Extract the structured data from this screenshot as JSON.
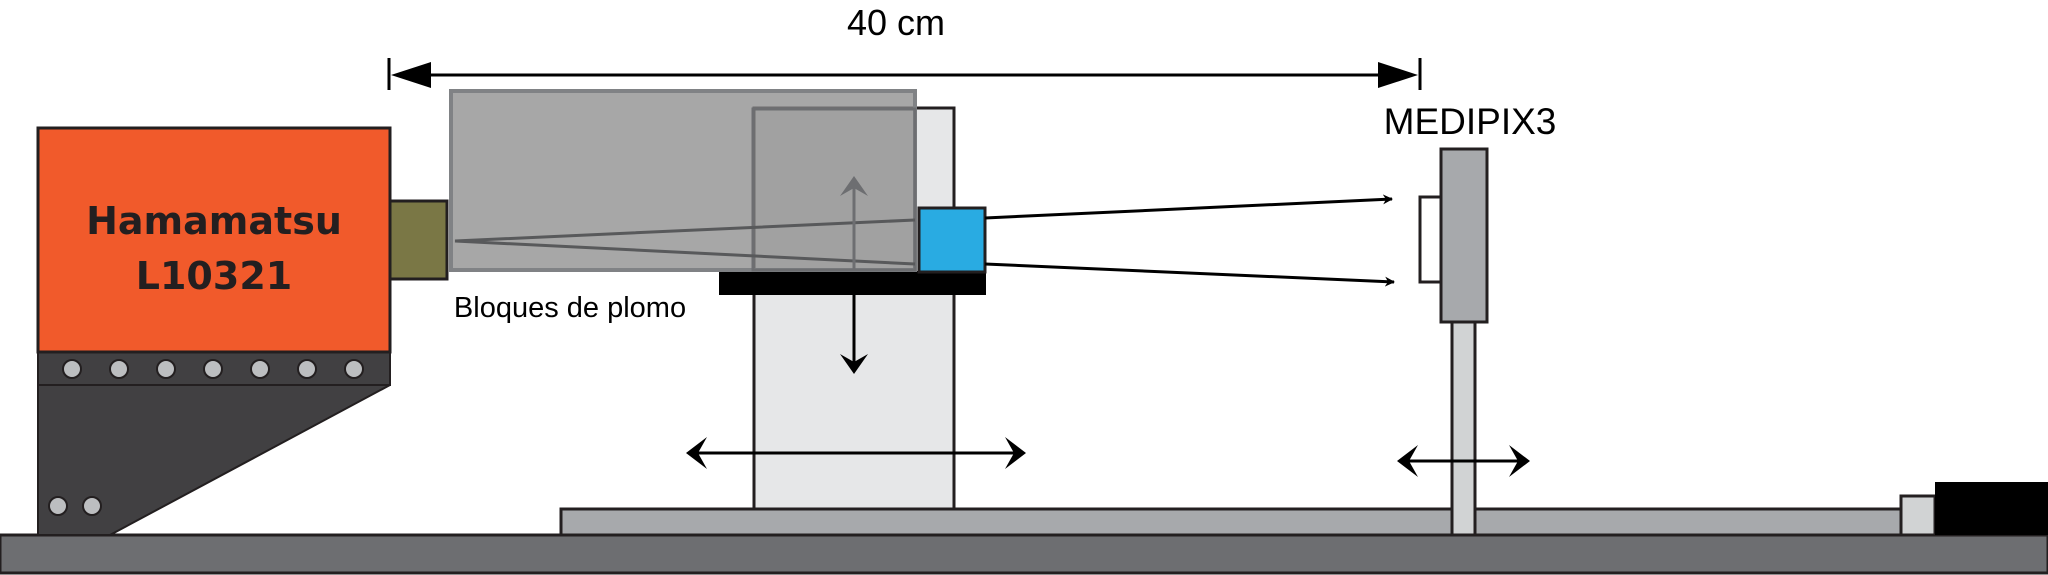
{
  "dimension": {
    "label": "40 cm"
  },
  "detector": {
    "label": "MEDIPIX3"
  },
  "source": {
    "line1": "Hamamatsu",
    "line2": "L10321"
  },
  "shield": {
    "label": "Bloques de plomo"
  },
  "colors": {
    "source_body": "#f15a2b",
    "collimator": "#7a7745",
    "lead_blocks": "#a3a3a3",
    "sample": "#29abe2",
    "mount": "#e6e7e8",
    "base_rail": "#6d6e71",
    "dark_bracket": "#414042"
  }
}
